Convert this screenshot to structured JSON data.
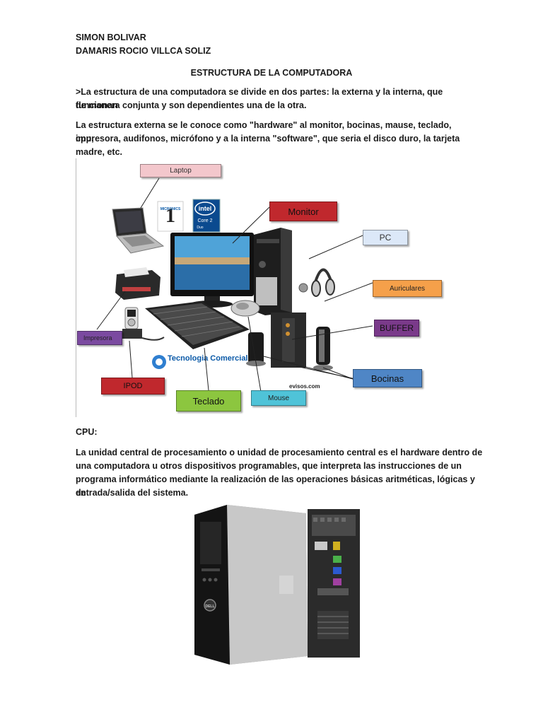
{
  "authors": [
    "SIMON BOLIVAR",
    "DAMARIS ROCIO VILLCA SOLIZ"
  ],
  "title": "ESTRUCTURA DE LA COMPUTADORA",
  "paragraphs": {
    "intro_line1": ">La estructura de una computadora se divide en dos partes: la externa y la interna, que funcionan",
    "intro_line2": "de manera conjunta y son dependientes una de la otra.",
    "ext_line1": "La estructura externa se le conoce como \"hardware\" al monitor, bocinas, mause, teclado, cpu,",
    "ext_line2": "impresora, audifonos, micrófono  y a la interna \"software\", que seria el disco duro, la tarjeta",
    "ext_line3": "madre, etc."
  },
  "diagram": {
    "labels": {
      "laptop": "Laptop",
      "monitor": "Monitor",
      "pc": "PC",
      "auriculares": "Auriculares",
      "buffer": "BUFFER",
      "bocinas": "Bocinas",
      "impresora": "Impresora",
      "ipod": "IPOD",
      "teclado": "Teclado",
      "mouse": "Mouse"
    },
    "logos": {
      "micronics": "MICRONICS",
      "intel": "intel",
      "core": "Core 2",
      "duo": "Duo",
      "tecnologia": "Tecnologia Comercial",
      "evisos": "evisos.com"
    },
    "colors": {
      "laptop_bg": "#f3c7cc",
      "monitor_bg": "#c0282d",
      "pc_bg": "#dce8f8",
      "auriculares_bg": "#f5a04a",
      "buffer_bg": "#7a3a8a",
      "bocinas_bg": "#4f86c6",
      "impresora_bg": "#7b4aa0",
      "ipod_bg": "#c0282d",
      "teclado_bg": "#8cc63f",
      "mouse_bg": "#4fc3d8"
    }
  },
  "cpu_section": {
    "heading": "CPU:",
    "line1": "La unidad central de procesamiento o unidad de procesamiento central es el hardware dentro de",
    "line2": "una computadora u otros dispositivos programables, que interpreta las instrucciones de un",
    "line3": "programa informático mediante la realización de las operaciones básicas aritméticas, lógicas y de",
    "line4": "entrada/salida del sistema.",
    "photo_brand": "DELL"
  }
}
